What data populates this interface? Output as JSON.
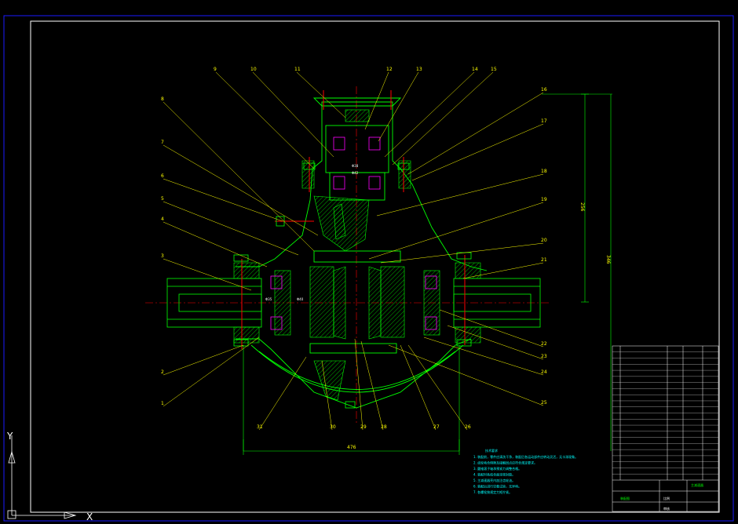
{
  "colors": {
    "background": "#000000",
    "outer_border": "#1a1aff",
    "frame": "#ffffff",
    "part_outline": "#00ff00",
    "leader_lines": "#ffff00",
    "hatch": "#00ff00",
    "centerline": "#ff0000",
    "bolt": "#ff0000",
    "notes": "#00ffff",
    "bearing": "#ff00ff"
  },
  "balloons": [
    "9",
    "10",
    "11",
    "12",
    "13",
    "14",
    "15",
    "16",
    "17",
    "18",
    "19",
    "20",
    "21",
    "22",
    "23",
    "24",
    "25",
    "26",
    "27",
    "28",
    "29",
    "30",
    "31",
    "8",
    "7",
    "6",
    "5",
    "4",
    "3",
    "2",
    "1"
  ],
  "dimensions": {
    "overall_width": "476",
    "height_right_a": "256",
    "height_right_b": "346"
  },
  "notes": {
    "heading": "技术要求",
    "lines": [
      "1. 装配前，零件应清洗干净，装配后各运动部件应转动灵活，无卡滞现象。",
      "2. 齿轮啮合侧隙及接触斑点应符合规定要求。",
      "3. 圆锥滚子轴承预紧力调整合格。",
      "4. 装配时各结合面涂密封胶。",
      "5. 主减速器壳内加注齿轮油。",
      "6. 装配后进行空载试验，无异响。",
      "7. 各螺栓按规定力矩拧紧。"
    ]
  },
  "title_block": {
    "drawing_title": "主减速器",
    "rows": 22,
    "label_a": "装配图",
    "label_b": "比例",
    "label_c": "审核"
  },
  "ucs": {
    "x_label": "X",
    "y_label": "Y"
  }
}
